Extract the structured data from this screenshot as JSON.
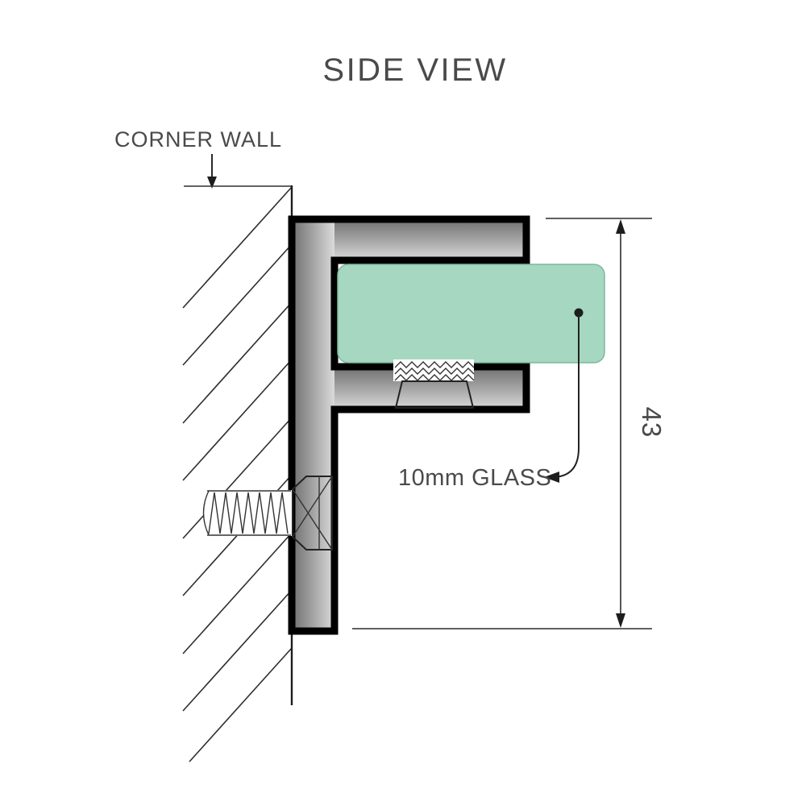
{
  "diagram": {
    "title": "SIDE VIEW",
    "wall_label": "CORNER WALL",
    "glass_label": "10mm GLASS",
    "dimension_value": "43"
  },
  "colors": {
    "text": "#4a4a4a",
    "line": "#222222",
    "outline": "#000000",
    "glass_fill": "#a6d7c0",
    "glass_border": "#7cb99d",
    "metal_dark": "#6f6f6f",
    "metal_light": "#dadada",
    "screw_fill": "#ffffff",
    "head_fill": "#e3e3e3",
    "background": "#ffffff"
  }
}
